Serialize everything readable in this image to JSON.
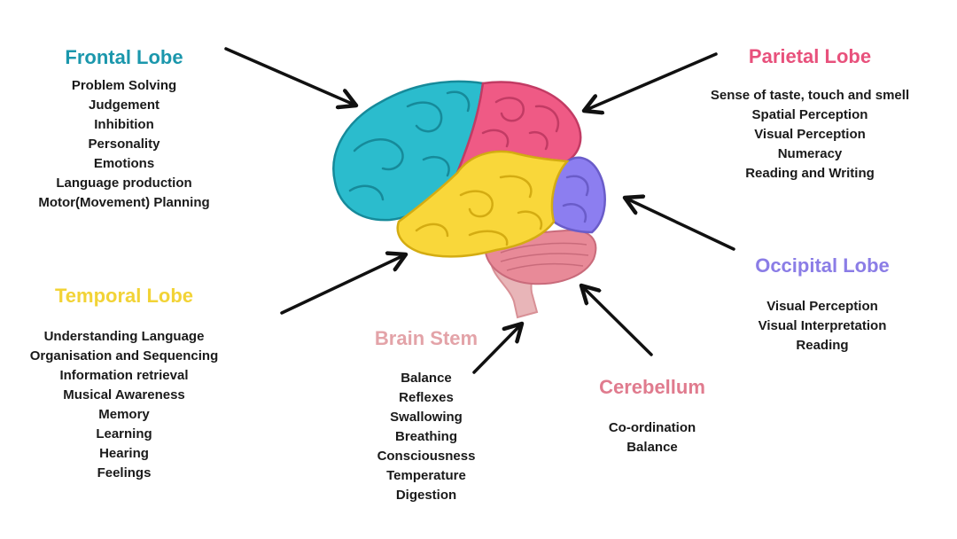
{
  "colors": {
    "frontal": "#1b97ac",
    "parietal": "#e8517c",
    "occipital": "#8b7de6",
    "temporal": "#f2d336",
    "brainstem": "#e3a3a8",
    "cerebellum": "#e07b8e",
    "arrow": "#111111",
    "text": "#1a1a1a"
  },
  "lobes": {
    "frontal": {
      "title": "Frontal Lobe",
      "items": [
        "Problem Solving",
        "Judgement",
        "Inhibition",
        "Personality",
        "Emotions",
        "Language production",
        "Motor(Movement) Planning"
      ]
    },
    "parietal": {
      "title": "Parietal Lobe",
      "items": [
        "Sense of taste, touch and smell",
        "Spatial Perception",
        "Visual Perception",
        "Numeracy",
        "Reading and Writing"
      ]
    },
    "occipital": {
      "title": "Occipital Lobe",
      "items": [
        "Visual Perception",
        "Visual Interpretation",
        "Reading"
      ]
    },
    "temporal": {
      "title": "Temporal Lobe",
      "items": [
        "Understanding Language",
        "Organisation and Sequencing",
        "Information retrieval",
        "Musical Awareness",
        "Memory",
        "Learning",
        "Hearing",
        "Feelings"
      ]
    },
    "brainstem": {
      "title": "Brain Stem",
      "items": [
        "Balance",
        "Reflexes",
        "Swallowing",
        "Breathing",
        "Consciousness",
        "Temperature",
        "Digestion"
      ]
    },
    "cerebellum": {
      "title": "Cerebellum",
      "items": [
        "Co-ordination",
        "Balance"
      ]
    }
  }
}
